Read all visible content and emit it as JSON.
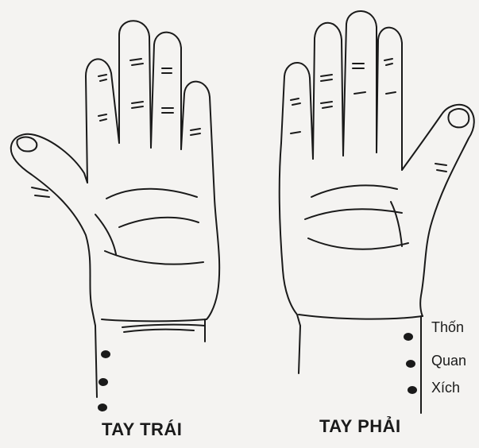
{
  "hands": {
    "left": {
      "caption": "TAY TRÁI"
    },
    "right": {
      "caption": "TAY PHẢI"
    }
  },
  "pulse_points": [
    {
      "label": "Thốn"
    },
    {
      "label": "Quan"
    },
    {
      "label": "Xích"
    }
  ],
  "colors": {
    "ink": "#1a1a1a",
    "paper": "#f4f3f1"
  }
}
